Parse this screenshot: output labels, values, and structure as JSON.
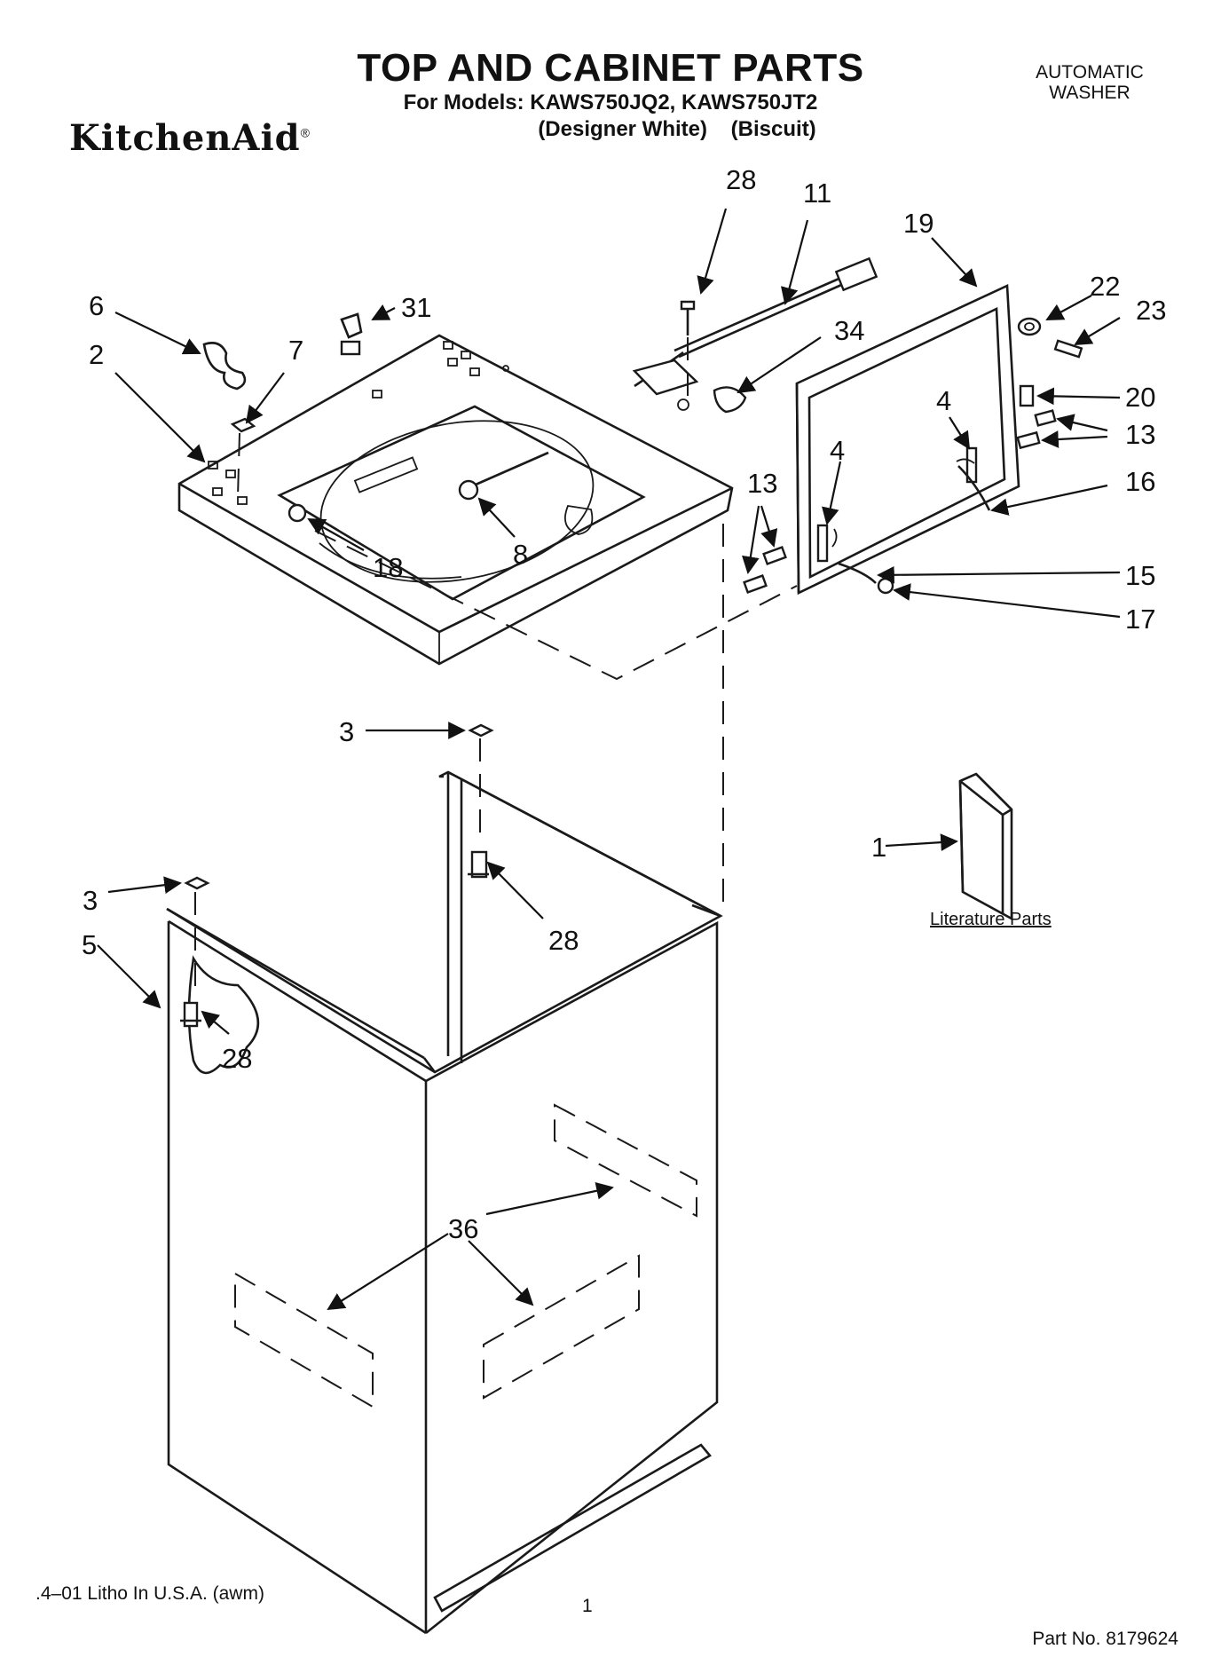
{
  "header": {
    "title": "TOP AND CABINET PARTS",
    "models_line": "For Models: KAWS750JQ2, KAWS750JT2",
    "color_1": "(Designer White)",
    "color_2": "(Biscuit)",
    "product_type_line1": "AUTOMATIC",
    "product_type_line2": "WASHER",
    "brand": "KitchenAid",
    "brand_mark": "®"
  },
  "callouts": [
    "28",
    "11",
    "19",
    "22",
    "23",
    "6",
    "31",
    "34",
    "2",
    "7",
    "20",
    "4",
    "13",
    "16",
    "13",
    "4",
    "15",
    "18",
    "8",
    "17",
    "3",
    "1",
    "3",
    "28",
    "5",
    "28",
    "36"
  ],
  "literature_label": "Literature Parts",
  "footer": {
    "litho": ".4–01 Litho In U.S.A. (awm)",
    "page": "1",
    "part_no": "Part No. 8179624"
  }
}
